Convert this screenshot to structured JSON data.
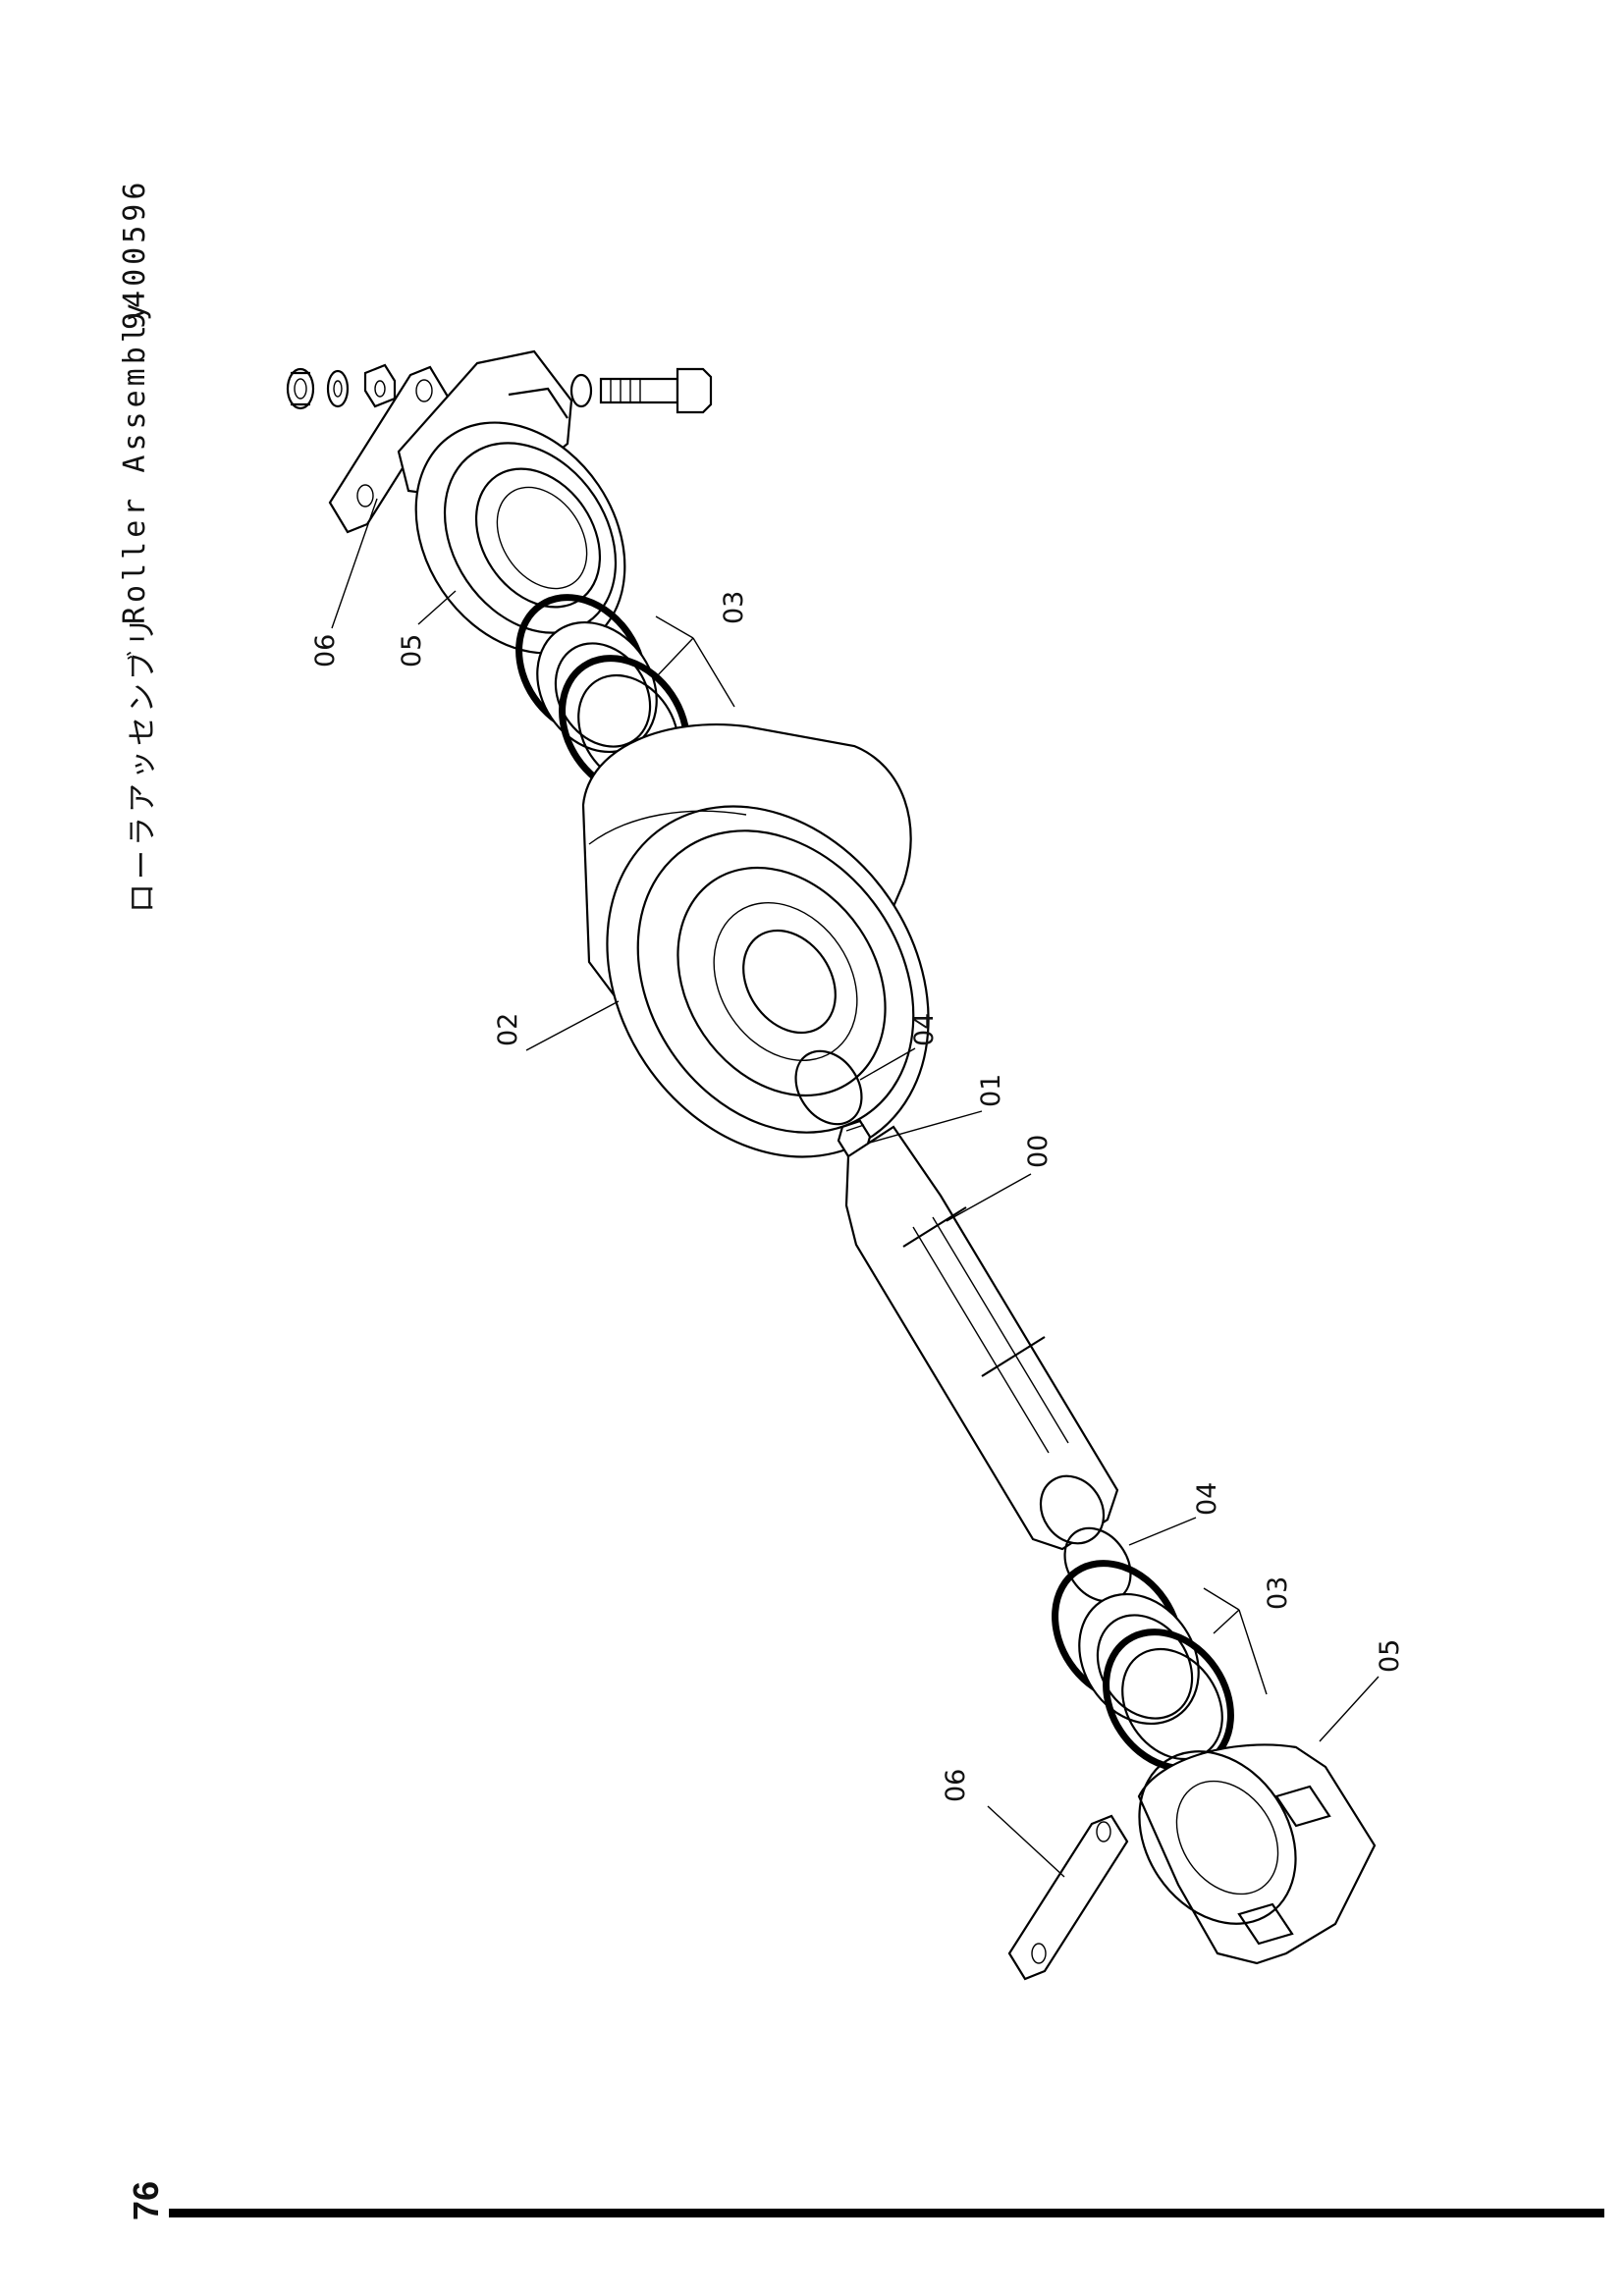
{
  "header": {
    "title_japanese": "ローラアッセンブリ",
    "title_english": "Roller Assembly",
    "part_number": "9400596"
  },
  "page_number": "76",
  "callouts": [
    {
      "id": "c-06-top",
      "label": "06"
    },
    {
      "id": "c-05-top",
      "label": "05"
    },
    {
      "id": "c-03-top",
      "label": "03"
    },
    {
      "id": "c-02",
      "label": "02"
    },
    {
      "id": "c-04-top",
      "label": "04"
    },
    {
      "id": "c-01",
      "label": "01"
    },
    {
      "id": "c-00",
      "label": "00"
    },
    {
      "id": "c-04-bottom",
      "label": "04"
    },
    {
      "id": "c-03-bottom",
      "label": "03"
    },
    {
      "id": "c-05-bottom",
      "label": "05"
    },
    {
      "id": "c-06-bottom",
      "label": "06"
    }
  ]
}
